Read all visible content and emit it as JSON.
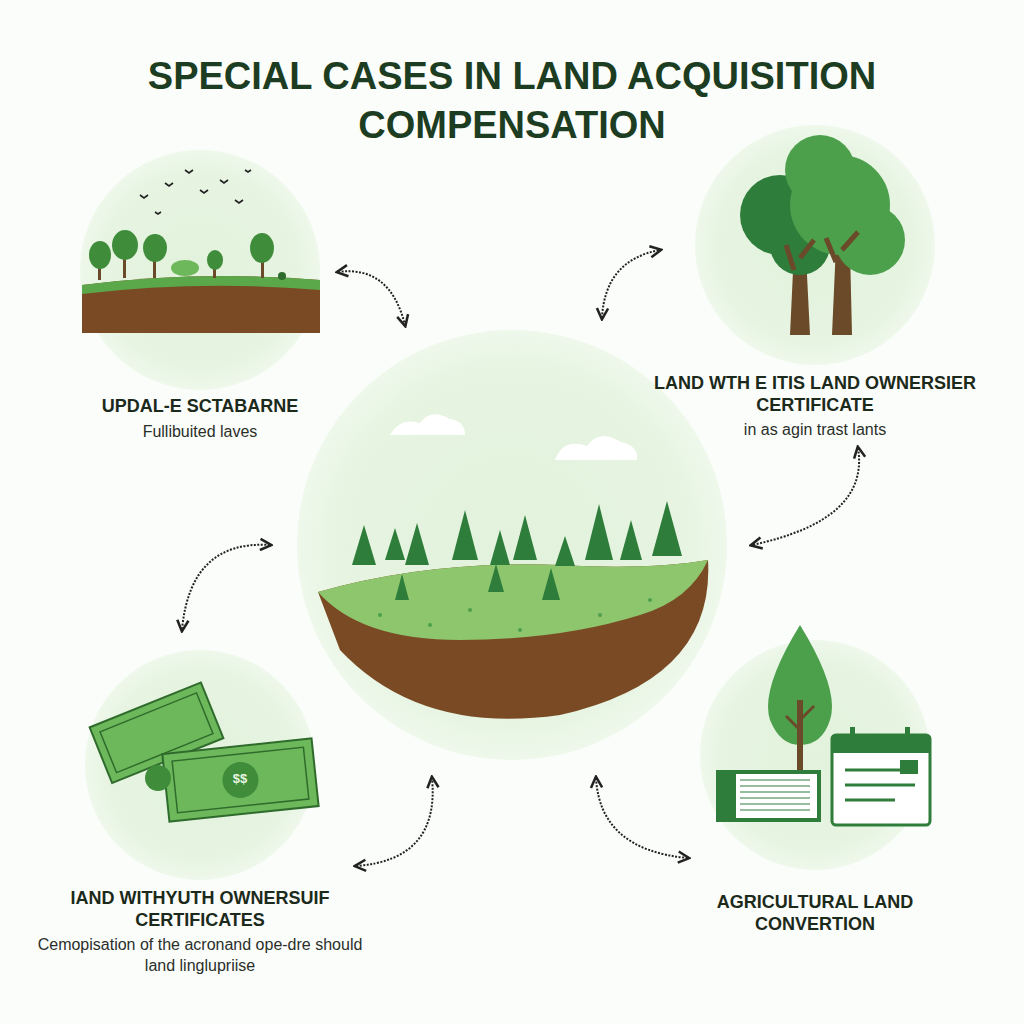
{
  "diagram": {
    "title": "SPECIAL CASES IN LAND ACQUISITION COMPENSATION",
    "nodes": [
      {
        "text": [
          "UPDAL-E SCTABARNE",
          "Fullibuited laves"
        ]
      },
      {
        "text": [
          "LAND WTH E ITIS LAND OWNERSIER CERTIFICATE",
          "in as agin trast lants"
        ]
      },
      {
        "text": [
          "IAND WITHYUTH OWNERSUIF CERTIFICATES",
          "Cemopisation of the acronand ope-dre should land linglupriise"
        ]
      },
      {
        "text": [
          "AGRICULTURAL LAND CONVERTION"
        ]
      }
    ],
    "labels": [
      "$$"
    ]
  }
}
